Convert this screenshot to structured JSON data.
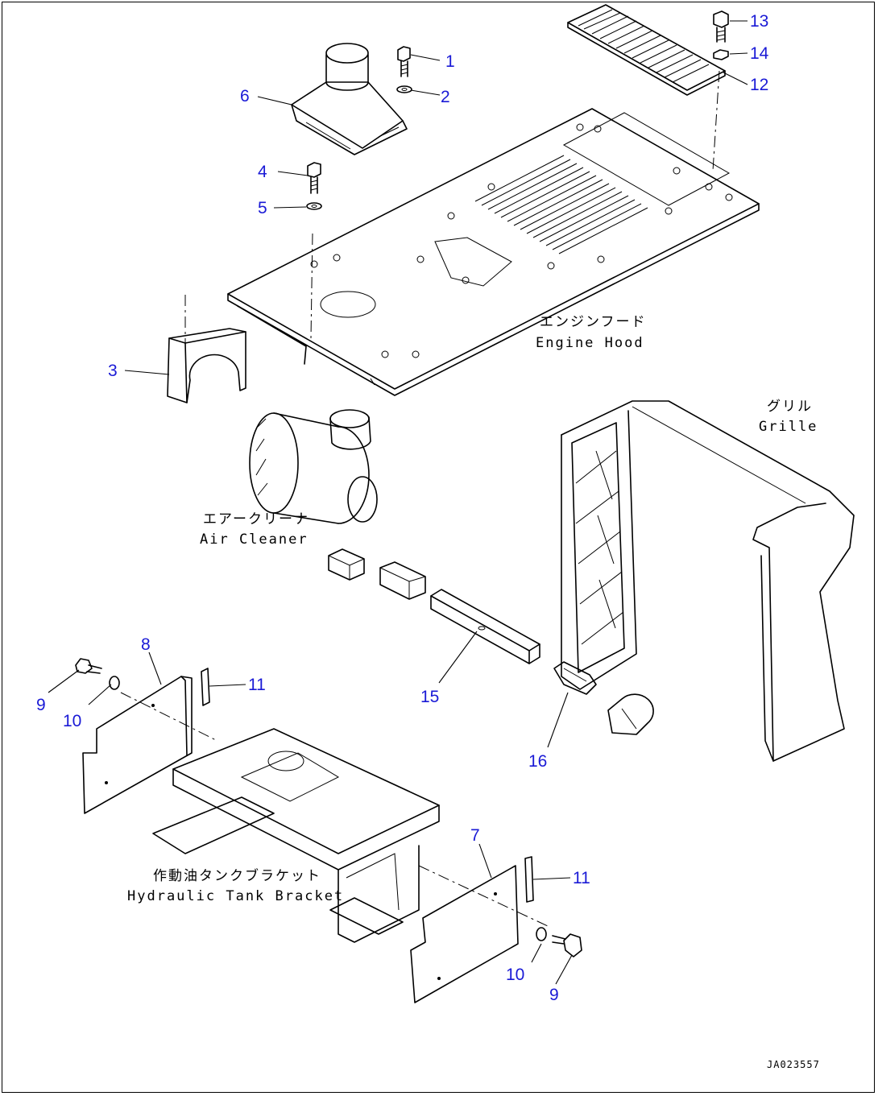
{
  "callouts": {
    "c1": "1",
    "c2": "2",
    "c3": "3",
    "c4": "4",
    "c5": "5",
    "c6": "6",
    "c7": "7",
    "c8": "8",
    "c9a": "9",
    "c9b": "9",
    "c10a": "10",
    "c10b": "10",
    "c11a": "11",
    "c11b": "11",
    "c12": "12",
    "c13": "13",
    "c14": "14",
    "c15": "15",
    "c16": "16"
  },
  "labels": {
    "engine_hood_jp": "エンジンフード",
    "engine_hood_en": "Engine Hood",
    "grille_jp": "グリル",
    "grille_en": "Grille",
    "air_cleaner_jp": "エアークリーナ",
    "air_cleaner_en": "Air Cleaner",
    "tank_bracket_jp": "作動油タンクブラケット",
    "tank_bracket_en": "Hydraulic Tank Bracket"
  },
  "drawing_code": "JA023557",
  "colors": {
    "callout": "#1a1ad6",
    "line": "#000000"
  }
}
